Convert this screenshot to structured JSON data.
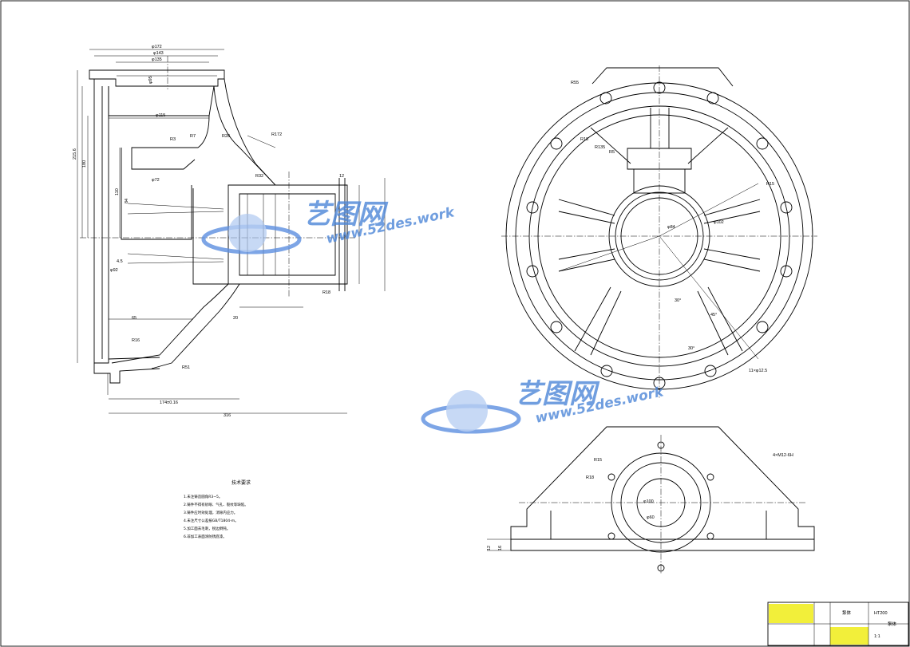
{
  "front_view": {
    "dims": {
      "d1": "φ172",
      "d2": "φ143",
      "d3": "φ115",
      "d4": "φ95",
      "d5": "φ135",
      "d6": "φ72",
      "d7": "φ92",
      "r1": "R172",
      "r2": "R28",
      "r3": "R7",
      "r4": "R3",
      "r5": "R32",
      "r6": "R16",
      "r7": "R51",
      "r8": "R18",
      "h1": "215.6",
      "h2": "180",
      "h3": "110",
      "h4": "84",
      "h5": "65",
      "h6": "4.5",
      "h7": "20",
      "h8": "174±0.16",
      "h9": "316",
      "h10": "12"
    }
  },
  "side_view": {
    "dims": {
      "r1": "R55",
      "r2": "R18",
      "r3": "R15",
      "r4": "R135",
      "r5": "φ84",
      "r6": "φ102",
      "r7": "R5",
      "r8": "11×φ12.5",
      "a1": "30°",
      "a2": "30°",
      "a3": "45°"
    }
  },
  "bottom_view": {
    "dims": {
      "d1": "4×M12-6H",
      "d2": "φ100",
      "d3": "φ60",
      "d4": "R15",
      "d5": "R18",
      "d6": "12",
      "d7": "16"
    }
  },
  "notes": {
    "title": "技术要求",
    "lines": [
      "1.未注铸造圆角R3~5。",
      "2.铸件不得有砂眼、气孔、裂纹等缺陷。",
      "3.铸件应时效处理，消除内应力。",
      "4.未注尺寸公差按GB/T1804-m。",
      "5.加工面去毛刺，锐边倒钝。",
      "6.非加工表面涂防锈底漆。"
    ]
  },
  "title_block": {
    "name": "泵体",
    "scale": "1:1",
    "material": "HT200",
    "drawing_no": "泵体"
  },
  "watermark": {
    "brand": "艺图网",
    "url": "www.52des.work"
  }
}
